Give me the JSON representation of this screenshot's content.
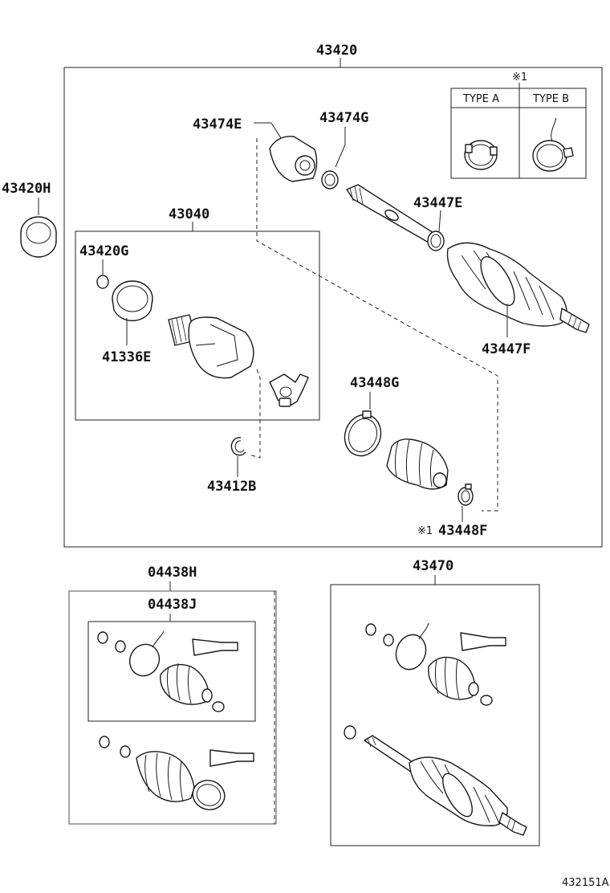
{
  "labels": {
    "p43420": "43420",
    "p43420H": "43420H",
    "p43474E": "43474E",
    "p43474G": "43474G",
    "p43447E": "43447E",
    "p43447F": "43447F",
    "p43040": "43040",
    "p43420G": "43420G",
    "p41336E": "41336E",
    "p43448G": "43448G",
    "p43412B": "43412B",
    "p43448F": "43448F",
    "note_mark": "※1",
    "p04438H": "04438H",
    "p04438J": "04438J",
    "p43470": "43470",
    "diagram_id": "432151A"
  },
  "type_table": {
    "type_a": "TYPE A",
    "type_b": "TYPE B"
  }
}
